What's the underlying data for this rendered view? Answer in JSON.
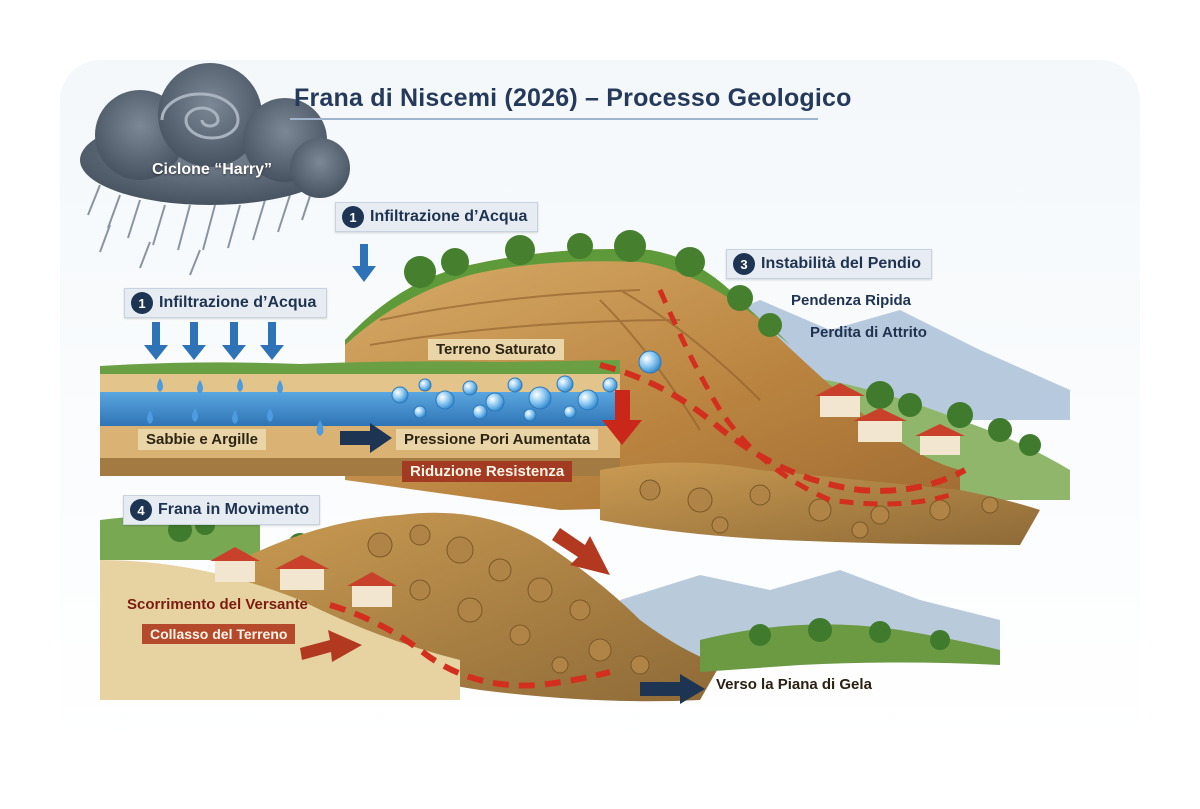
{
  "diagram": {
    "title": "Frana di Niscemi (2026) – Processo Geologico",
    "cyclone_label": "Ciclone “Harry”",
    "steps": [
      {
        "number": "1",
        "label": "Infiltrazione d’Acqua"
      },
      {
        "number": "1",
        "label": "Infiltrazione d’Acqua"
      },
      {
        "number": "3",
        "label": "Instabilità del Pendio"
      },
      {
        "number": "4",
        "label": "Frana in Movimento"
      }
    ],
    "labels": {
      "saturated_soil": "Terreno Saturato",
      "sands_clays": "Sabbie e Argille",
      "pore_pressure": "Pressione Pori Aumentata",
      "strength_reduction": "Riduzione Resistenza",
      "steep_slope": "Pendenza Ripida",
      "friction_loss": "Perdita di Attrito",
      "slope_sliding": "Scorrimento del Versante",
      "ground_collapse": "Collasso del Terreno",
      "toward_plain": "Verso la Piana di Gela"
    },
    "colors": {
      "navy": "#1e3453",
      "water": "#3f8fd1",
      "slip_surface": "#d32f1e",
      "soil": "#c89a55",
      "vegetation": "#4f8a35"
    }
  }
}
